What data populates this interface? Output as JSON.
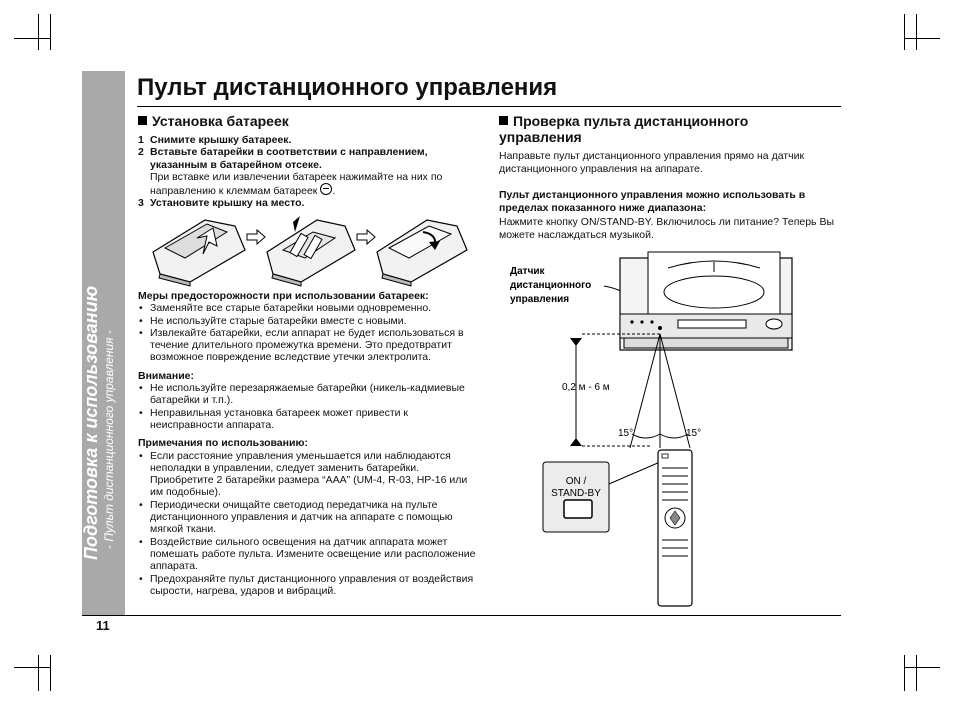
{
  "page": {
    "title": "Пульт дистанционного управления",
    "number": "11"
  },
  "sidebar": {
    "main": "Подготовка к использованию",
    "sub": "- Пульт дистанционного управления -"
  },
  "battery": {
    "heading": "Установка батареек",
    "steps": [
      {
        "num": "1",
        "text": "Снимите крышку батареек."
      },
      {
        "num": "2",
        "text": "Вставьте батарейки в соответствии с направлением, указанным в батарейном отсеке.",
        "note_before": "При вставке или извлечении батареек нажимайте на них по направлению к клеммам батареек",
        "note_after": "."
      },
      {
        "num": "3",
        "text": "Установите крышку на место."
      }
    ],
    "precautions": {
      "heading": "Меры предосторожности при использовании батареек:",
      "items": [
        "Заменяйте все старые батарейки новыми одновременно.",
        "Не используйте старые батарейки вместе с новыми.",
        "Извлекайте батарейки, если аппарат не будет использоваться в течение длительного промежутка времени. Это предотвратит возможное повреждение вследствие утечки электролита."
      ]
    },
    "attention": {
      "heading": "Внимание:",
      "items": [
        "Не используйте перезаряжаемые батарейки (никель-кадмиевые батарейки и т.п.).",
        "Неправильная установка батареек может привести к неисправности аппарата."
      ]
    },
    "usage_notes": {
      "heading": "Примечания по использованию:",
      "items": [
        "Если расстояние управления уменьшается или наблюдаются неполадки в управлении, следует заменить батарейки. Приобретите 2 батарейки размера “AAA” (UM-4, R-03, HP-16 или им подобные).",
        "Периодически очищайте светодиод передатчика на пульте дистанционного управления и датчик на аппарате с помощью мягкой ткани.",
        "Воздействие сильного освещения на датчик аппарата может помешать работе пульта. Измените освещение или расположение аппарата.",
        "Предохраняйте пульт дистанционного управления от воздействия сырости, нагрева, ударов и вибраций."
      ]
    }
  },
  "check": {
    "heading": "Проверка пульта дистанционного управления",
    "intro": "Направьте пульт дистанционного управления прямо на датчик дистанционного управления на аппарате.",
    "bold": "Пульт дистанционного управления можно использовать в пределах показанного ниже диапазона:",
    "text": "Нажмите кнопку ON/STAND-BY. Включилось ли питание? Теперь Вы можете наслаждаться музыкой.",
    "diagram": {
      "sensor_label": [
        "Датчик",
        "дистанционного",
        "управления"
      ],
      "distance": "0,2 м - 6 м",
      "angle_left": "15°",
      "angle_right": "15°",
      "button_label": [
        "ON /",
        "STAND-BY"
      ]
    }
  }
}
